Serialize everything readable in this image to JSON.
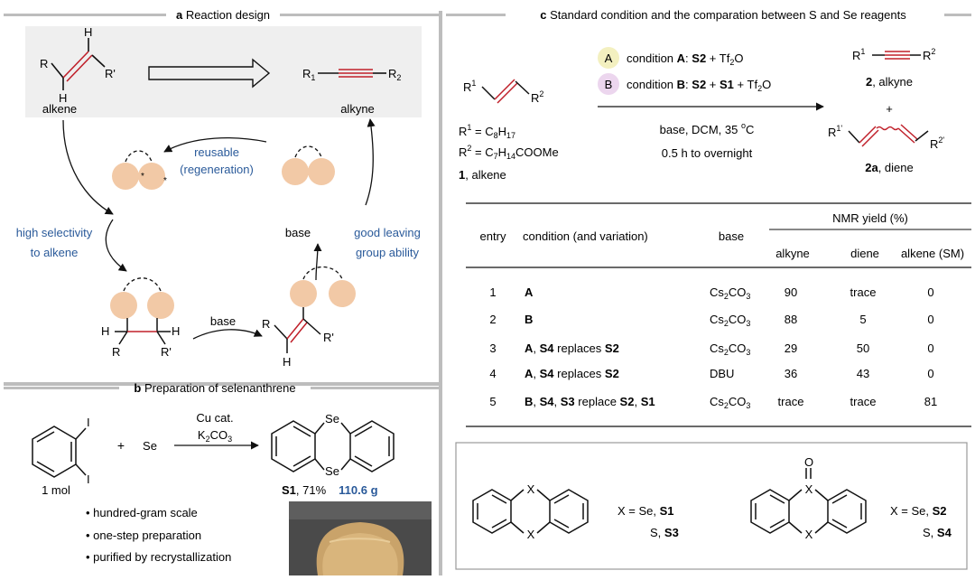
{
  "panel_a": {
    "title_letter": "a",
    "title": "Reaction design",
    "alkene_label": "alkene",
    "alkyne_label": "alkyne",
    "reusable_line1": "reusable",
    "reusable_line2": "(regeneration)",
    "high_sel_line1": "high selectivity",
    "high_sel_line2": "to alkene",
    "good_leave_line1": "good leaving",
    "good_leave_line2": "group ability",
    "base_upper": "base",
    "base_lower": "base",
    "sub_R": "R",
    "sub_Rp": "R'",
    "sub_H": "H",
    "alkyne_R1": "R",
    "alkyne_R1_sub": "1",
    "alkyne_R2": "R",
    "alkyne_R2_sub": "2",
    "star": "*"
  },
  "panel_b": {
    "title_letter": "b",
    "title": "Preparation of selenanthrene",
    "iodo": "I",
    "plus": "+",
    "se_reagent": "Se",
    "cat_line1": "Cu cat.",
    "cat_line2_a": "K",
    "cat_line2_sub1": "2",
    "cat_line2_b": "CO",
    "cat_line2_sub2": "3",
    "ring_se": "Se",
    "mol": "1 mol",
    "product_name": "S1",
    "product_yield": ", 71%",
    "product_mass": "110.6 g",
    "bullets": [
      "hundred-gram scale",
      "one-step preparation",
      "purified by recrystallization"
    ]
  },
  "panel_c": {
    "title_letter": "c",
    "title": "Standard condition and the comparation between S and Se reagents",
    "circle_A": "A",
    "circle_B": "B",
    "cond_A_pre": "condition ",
    "cond_A_name": "A",
    "cond_A_mid": ": ",
    "cond_A_reagent": "S2",
    "cond_A_post": " + Tf",
    "cond_A_sub": "2",
    "cond_A_end": "O",
    "cond_B_pre": "condition ",
    "cond_B_name": "B",
    "cond_B_mid": ": ",
    "cond_B_r1": "S2",
    "cond_B_plus": " + ",
    "cond_B_r2": "S1",
    "cond_B_post": " + Tf",
    "cond_B_sub": "2",
    "cond_B_end": "O",
    "below_arrow_1a": "base, DCM, 35 ",
    "below_arrow_1b": "o",
    "below_arrow_1c": "C",
    "below_arrow_2": "0.5 h to overnight",
    "sm_R1": "R",
    "sm_R1_sup": "1",
    "sm_R2": "R",
    "sm_R2_sup": "2",
    "r1_def_a": "R",
    "r1_def_sup": "1",
    "r1_def_b": " = C",
    "r1_def_sub1": "8",
    "r1_def_c": "H",
    "r1_def_sub2": "17",
    "r2_def_a": "R",
    "r2_def_sup": "2",
    "r2_def_b": " = C",
    "r2_def_sub1": "7",
    "r2_def_c": "H",
    "r2_def_sub2": "14",
    "r2_def_d": "COOMe",
    "sm_num": "1",
    "sm_name": ", alkene",
    "prod_R1": "R",
    "prod_R1_sup": "1",
    "prod_R2": "R",
    "prod_R2_sup": "2",
    "prod_num": "2",
    "prod_name": ", alkyne",
    "plus": "+",
    "diene_R1": "R",
    "diene_R1_sup": "1'",
    "diene_R2": "R",
    "diene_R2_sup": "2'",
    "diene_num": "2a",
    "diene_name": ", diene",
    "table": {
      "header_entry": "entry",
      "header_condition": "condition (and variation)",
      "header_base": "base",
      "header_nmr": "NMR yield (%)",
      "header_alkyne": "alkyne",
      "header_diene": "diene",
      "header_alkene": "alkene (SM)",
      "rows": [
        {
          "entry": "1",
          "cond": [
            {
              "t": "A",
              "b": true
            }
          ],
          "base_a": "Cs",
          "base_sub": "2",
          "base_b": "CO",
          "base_sub2": "3",
          "alkyne": "90",
          "diene": "trace",
          "alkene": "0"
        },
        {
          "entry": "2",
          "cond": [
            {
              "t": "B",
              "b": true
            }
          ],
          "base_a": "Cs",
          "base_sub": "2",
          "base_b": "CO",
          "base_sub2": "3",
          "alkyne": "88",
          "diene": "5",
          "alkene": "0"
        },
        {
          "entry": "3",
          "cond": [
            {
              "t": "A",
              "b": true
            },
            {
              "t": ", ",
              "b": false
            },
            {
              "t": "S4",
              "b": true
            },
            {
              "t": " replaces ",
              "b": false
            },
            {
              "t": "S2",
              "b": true
            }
          ],
          "base_a": "Cs",
          "base_sub": "2",
          "base_b": "CO",
          "base_sub2": "3",
          "alkyne": "29",
          "diene": "50",
          "alkene": "0"
        },
        {
          "entry": "4",
          "cond": [
            {
              "t": "A",
              "b": true
            },
            {
              "t": ", ",
              "b": false
            },
            {
              "t": "S4",
              "b": true
            },
            {
              "t": " replaces ",
              "b": false
            },
            {
              "t": "S2",
              "b": true
            }
          ],
          "base_a": "DBU",
          "base_sub": "",
          "base_b": "",
          "base_sub2": "",
          "alkyne": "36",
          "diene": "43",
          "alkene": "0"
        },
        {
          "entry": "5",
          "cond": [
            {
              "t": "B",
              "b": true
            },
            {
              "t": ", ",
              "b": false
            },
            {
              "t": "S4",
              "b": true
            },
            {
              "t": ", ",
              "b": false
            },
            {
              "t": "S3",
              "b": true
            },
            {
              "t": " replace ",
              "b": false
            },
            {
              "t": "S2",
              "b": true
            },
            {
              "t": ", ",
              "b": false
            },
            {
              "t": "S1",
              "b": true
            }
          ],
          "base_a": "Cs",
          "base_sub": "2",
          "base_b": "CO",
          "base_sub2": "3",
          "alkyne": "trace",
          "diene": "trace",
          "alkene": "81"
        }
      ]
    },
    "legend": {
      "x": "X",
      "o": "O",
      "left_line1_a": "X = Se, ",
      "left_line1_b": "S1",
      "left_line2_a": "S, ",
      "left_line2_b": "S3",
      "right_line1_a": "X = Se, ",
      "right_line1_b": "S2",
      "right_line2_a": "S, ",
      "right_line2_b": "S4"
    }
  },
  "colors": {
    "circle": "#f2c9a6",
    "red_bond": "#c0202a",
    "blue_text": "#2a5a9a",
    "highlight_box": "#efefef",
    "circle_A": "#f3f0c0",
    "circle_B": "#ecd6ee",
    "divider": "#b5b5b5"
  }
}
